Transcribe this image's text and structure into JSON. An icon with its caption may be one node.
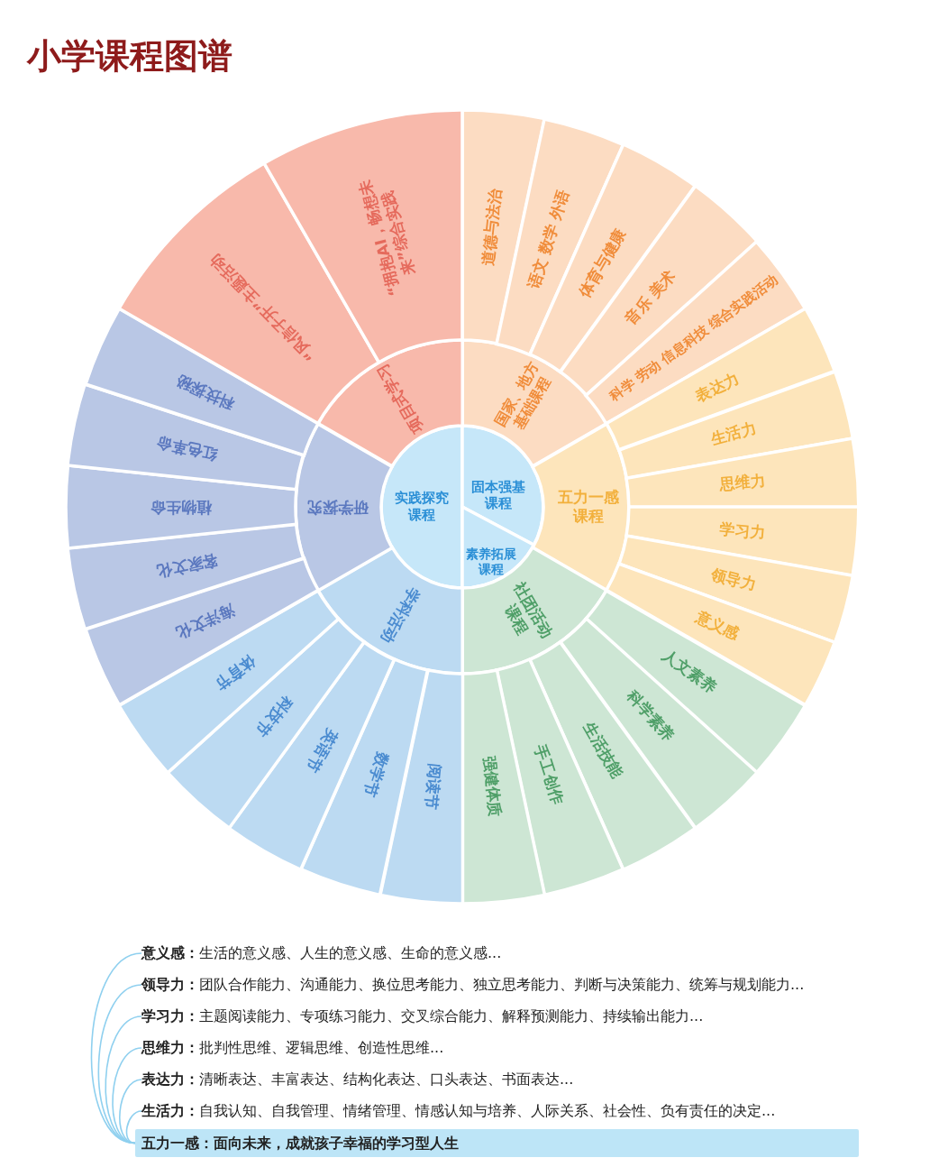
{
  "diagram": {
    "title": "小学课程图谱",
    "nodes": [
      {
        "text": [
          "实践探究课程"
        ]
      },
      {
        "text": [
          "固本强基课程"
        ]
      },
      {
        "text": [
          "素养拓展课程"
        ]
      },
      {
        "text": [
          "国家、地方基础课程"
        ]
      },
      {
        "text": [
          "五力一感课程"
        ]
      },
      {
        "text": [
          "社团活动课程"
        ]
      },
      {
        "text": [
          "学科活动"
        ]
      },
      {
        "text": [
          "研学探究"
        ]
      },
      {
        "text": [
          "项目式学习"
        ]
      },
      {
        "text": [
          "道德与法治"
        ]
      },
      {
        "text": [
          "语文 数学 外语"
        ]
      },
      {
        "text": [
          "体育与健康"
        ]
      },
      {
        "text": [
          "音乐 美术"
        ]
      },
      {
        "text": [
          "科学 劳动 信息科技 综合实践活动"
        ]
      },
      {
        "text": [
          "表达力"
        ]
      },
      {
        "text": [
          "生活力"
        ]
      },
      {
        "text": [
          "思维力"
        ]
      },
      {
        "text": [
          "学习力"
        ]
      },
      {
        "text": [
          "领导力"
        ]
      },
      {
        "text": [
          "意义感"
        ]
      },
      {
        "text": [
          "人文素养"
        ]
      },
      {
        "text": [
          "科学素养"
        ]
      },
      {
        "text": [
          "生活技能"
        ]
      },
      {
        "text": [
          "手工创作"
        ]
      },
      {
        "text": [
          "强健体质"
        ]
      },
      {
        "text": [
          "阅读节"
        ]
      },
      {
        "text": [
          "数学节"
        ]
      },
      {
        "text": [
          "英语节"
        ]
      },
      {
        "text": [
          "科技节"
        ]
      },
      {
        "text": [
          "体育节"
        ]
      },
      {
        "text": [
          "海洋文化"
        ]
      },
      {
        "text": [
          "客家文化"
        ]
      },
      {
        "text": [
          "植物生命"
        ]
      },
      {
        "text": [
          "红色革命"
        ]
      },
      {
        "text": [
          "科技探秘"
        ]
      },
      {
        "text": [
          "“风信子开”主题活动"
        ]
      },
      {
        "text": [
          "“拥抱AI，畅想未来”综合实践"
        ]
      },
      {
        "text": [
          "**意义感：**生活的意义感、人生的意义感、生命的意义感..."
        ]
      },
      {
        "text": [
          "**领导力：**团队合作能力、沟通能力、换位思考能力、独立思考能力、判断与决策能力、统筹与规划能力..."
        ]
      },
      {
        "text": [
          "**学习力：**主题阅读能力、专项练习能力、交叉综合能力、解释预测能力、持续输出能力..."
        ]
      },
      {
        "text": [
          "**思维力：**批判性思维、逻辑思维、创造性思维..."
        ]
      },
      {
        "text": [
          "**表达力：**清晰表达、丰富表达、结构化表达、口头表达、书面表达..."
        ]
      },
      {
        "text": [
          "**生活力：**自我认知、自我管理、情绪管理、情感认知与培养、人际关系、社会性、负有责任的决定..."
        ]
      },
      {
        "text": [
          "五力一感：面向未来，成就孩子幸福的学习型人生"
        ]
      }
    ],
    "edges": [
      {
        "from": 43,
        "to": 37,
        "arrow": "none"
      },
      {
        "from": 43,
        "to": 38,
        "arrow": "none"
      },
      {
        "from": 43,
        "to": 39,
        "arrow": "none"
      },
      {
        "from": 43,
        "to": 40,
        "arrow": "none"
      },
      {
        "from": 43,
        "to": 41,
        "arrow": "none"
      },
      {
        "from": 43,
        "to": 42,
        "arrow": "none"
      }
    ]
  }
}
